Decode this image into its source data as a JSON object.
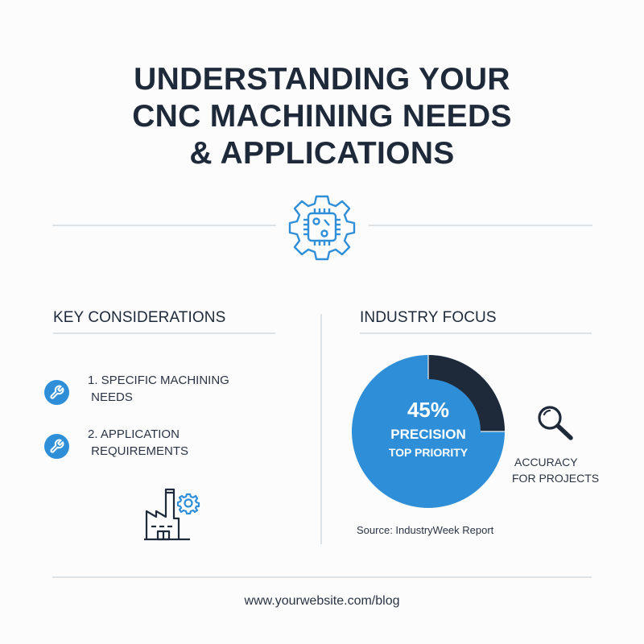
{
  "title": {
    "lines": [
      "UNDERSTANDING YOUR",
      "CNC MACHINING NEEDS",
      "& APPLICATIONS"
    ]
  },
  "header_icon": "gear-with-chip-icon",
  "left_section": {
    "heading": "KEY CONSIDERATIONS",
    "items": [
      {
        "icon": "wrench-icon",
        "line1": "1. SPECIFIC MACHINING",
        "line2": " NEEDS"
      },
      {
        "icon": "wrench-icon",
        "line1": "2. APPLICATION",
        "line2": " REQUIREMENTS"
      }
    ],
    "illustration": "factory-gear-icon"
  },
  "right_section": {
    "heading": "INDUSTRY FOCUS",
    "pie": {
      "percent_label": "45%",
      "label": "PRECISION",
      "sublabel": "TOP PRIORITY"
    },
    "side_note": {
      "icon": "magnifier-icon",
      "line1": "ACCURACY",
      "line2": "FOR PROJECTS"
    },
    "source": "Source: IndustryWeek Report"
  },
  "footer": {
    "url": "www.yourwebsite.com/blog"
  },
  "colors": {
    "primary_blue": "#2e8fd8",
    "dark_navy": "#1e2a3a",
    "divider": "#dde2e7",
    "background": "#fcfcfc"
  },
  "chart_data": {
    "type": "pie",
    "title": "INDUSTRY FOCUS",
    "center_label": "45% PRECISION TOP PRIORITY",
    "slices": [
      {
        "name": "Precision (highlighted arc)",
        "value": 25,
        "color": "#1e2a3a"
      },
      {
        "name": "Remainder",
        "value": 75,
        "color": "#2e8fd8"
      }
    ],
    "annotation": "Source: IndustryWeek Report"
  }
}
